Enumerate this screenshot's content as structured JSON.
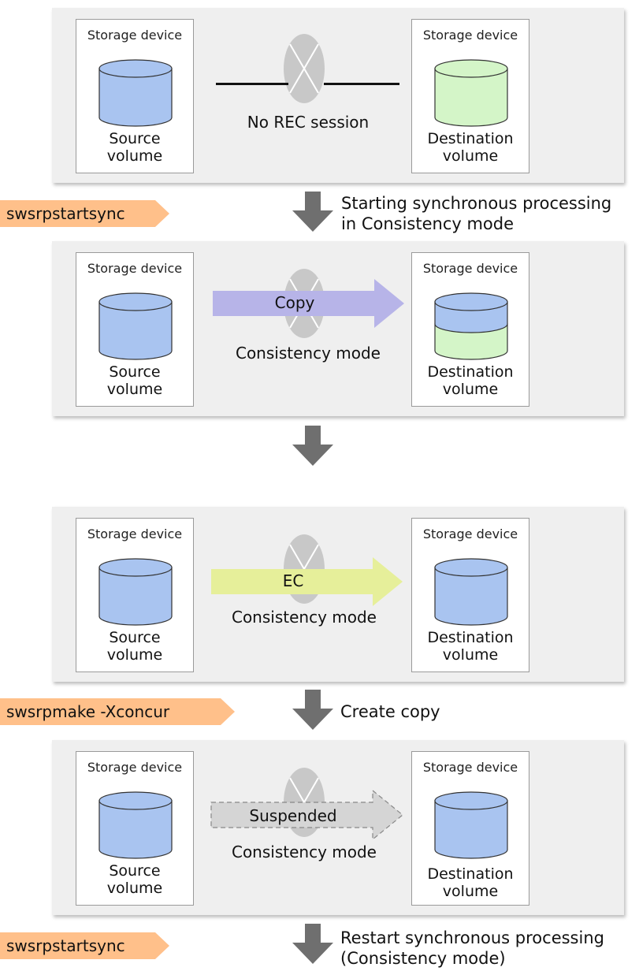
{
  "common": {
    "storage_device": "Storage device",
    "source_volume_line1": "Source",
    "source_volume_line2": "volume",
    "destination_volume_line1": "Destination",
    "destination_volume_line2": "volume",
    "consistency_mode": "Consistency mode"
  },
  "stage1": {
    "status": "No REC session"
  },
  "stage2": {
    "arrow_label": "Copy"
  },
  "stage3": {
    "arrow_label": "EC"
  },
  "stage4": {
    "arrow_label": "Suspended"
  },
  "steps": [
    {
      "command": "swsrpstartsync",
      "line1": "Starting synchronous processing",
      "line2": "in Consistency mode"
    },
    {
      "command": "swsrpmake -Xconcur",
      "line1": "Create copy"
    },
    {
      "command": "swsrpstartsync",
      "line1": "Restart synchronous processing",
      "line2": "(Consistency mode)"
    }
  ],
  "colors": {
    "source_blue": "#a9c4f0",
    "destination_green": "#d4f5c8",
    "copy_arrow": "#b7b4e8",
    "ec_arrow": "#e6ef9a",
    "suspended_arrow": "#d5d5d5",
    "command_tag": "#ffc08a",
    "panel": "#efefef",
    "x_disc": "#c8c8c8"
  }
}
